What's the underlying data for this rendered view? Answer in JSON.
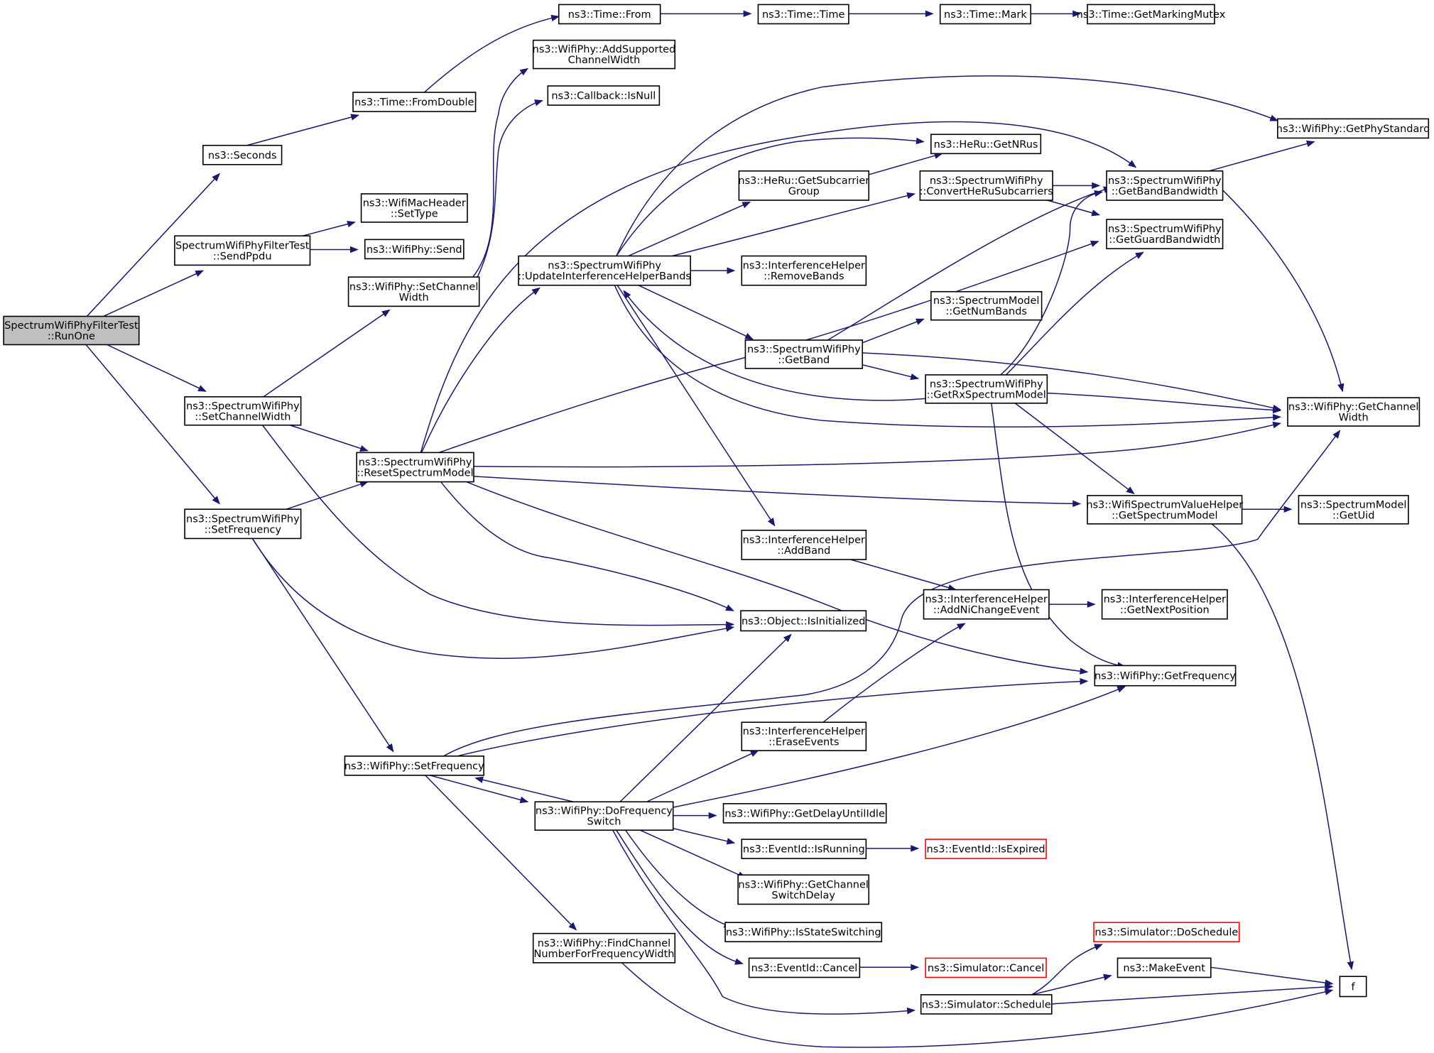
{
  "graph": {
    "edge_color": "#191970",
    "root_fill": "#bfbfbf",
    "missing_node_border": "#ff0000",
    "nodes": [
      {
        "id": "root",
        "lines": [
          "SpectrumWifiPhyFilterTest",
          "::RunOne"
        ],
        "root": true
      },
      {
        "id": "seconds",
        "lines": [
          "ns3::Seconds"
        ]
      },
      {
        "id": "sendppdu",
        "lines": [
          "SpectrumWifiPhyFilterTest",
          "::SendPpdu"
        ]
      },
      {
        "id": "swp_setchw",
        "lines": [
          "ns3::SpectrumWifiPhy",
          "::SetChannelWidth"
        ]
      },
      {
        "id": "swp_setfreq",
        "lines": [
          "ns3::SpectrumWifiPhy",
          "::SetFrequency"
        ]
      },
      {
        "id": "fromdouble",
        "lines": [
          "ns3::Time::FromDouble"
        ]
      },
      {
        "id": "from",
        "lines": [
          "ns3::Time::From"
        ]
      },
      {
        "id": "time",
        "lines": [
          "ns3::Time::Time"
        ]
      },
      {
        "id": "mark",
        "lines": [
          "ns3::Time::Mark"
        ]
      },
      {
        "id": "mutex",
        "lines": [
          "ns3::Time::GetMarkingMutex"
        ]
      },
      {
        "id": "addsupported",
        "lines": [
          "ns3::WifiPhy::AddSupported",
          "ChannelWidth"
        ]
      },
      {
        "id": "isnull",
        "lines": [
          "ns3::Callback::IsNull"
        ]
      },
      {
        "id": "settype",
        "lines": [
          "ns3::WifiMacHeader",
          "::SetType"
        ]
      },
      {
        "id": "send",
        "lines": [
          "ns3::WifiPhy::Send"
        ]
      },
      {
        "id": "wp_setchw",
        "lines": [
          "ns3::WifiPhy::SetChannel",
          "Width"
        ]
      },
      {
        "id": "resetsm",
        "lines": [
          "ns3::SpectrumWifiPhy",
          "::ResetSpectrumModel"
        ]
      },
      {
        "id": "updateihb",
        "lines": [
          "ns3::SpectrumWifiPhy",
          "::UpdateInterferenceHelperBands"
        ]
      },
      {
        "id": "getsubcarrier",
        "lines": [
          "ns3::HeRu::GetSubcarrier",
          "Group"
        ]
      },
      {
        "id": "getnrus",
        "lines": [
          "ns3::HeRu::GetNRus"
        ]
      },
      {
        "id": "convertheru",
        "lines": [
          "ns3::SpectrumWifiPhy",
          "::ConvertHeRuSubcarriers"
        ]
      },
      {
        "id": "getbandbw",
        "lines": [
          "ns3::SpectrumWifiPhy",
          "::GetBandBandwidth"
        ]
      },
      {
        "id": "getguardbw",
        "lines": [
          "ns3::SpectrumWifiPhy",
          "::GetGuardBandwidth"
        ]
      },
      {
        "id": "getphystd",
        "lines": [
          "ns3::WifiPhy::GetPhyStandard"
        ]
      },
      {
        "id": "removebands",
        "lines": [
          "ns3::InterferenceHelper",
          "::RemoveBands"
        ]
      },
      {
        "id": "getnumbands",
        "lines": [
          "ns3::SpectrumModel",
          "::GetNumBands"
        ]
      },
      {
        "id": "getband",
        "lines": [
          "ns3::SpectrumWifiPhy",
          "::GetBand"
        ]
      },
      {
        "id": "getrxsm",
        "lines": [
          "ns3::SpectrumWifiPhy",
          "::GetRxSpectrumModel"
        ]
      },
      {
        "id": "getchw",
        "lines": [
          "ns3::WifiPhy::GetChannel",
          "Width"
        ]
      },
      {
        "id": "getspecmodel",
        "lines": [
          "ns3::WifiSpectrumValueHelper",
          "::GetSpectrumModel"
        ]
      },
      {
        "id": "getuid",
        "lines": [
          "ns3::SpectrumModel",
          "::GetUid"
        ]
      },
      {
        "id": "addband",
        "lines": [
          "ns3::InterferenceHelper",
          "::AddBand"
        ]
      },
      {
        "id": "addnichange",
        "lines": [
          "ns3::InterferenceHelper",
          "::AddNiChangeEvent"
        ]
      },
      {
        "id": "getnextpos",
        "lines": [
          "ns3::InterferenceHelper",
          "::GetNextPosition"
        ]
      },
      {
        "id": "isinit",
        "lines": [
          "ns3::Object::IsInitialized"
        ]
      },
      {
        "id": "getfreq",
        "lines": [
          "ns3::WifiPhy::GetFrequency"
        ]
      },
      {
        "id": "erase",
        "lines": [
          "ns3::InterferenceHelper",
          "::EraseEvents"
        ]
      },
      {
        "id": "wp_setfreq",
        "lines": [
          "ns3::WifiPhy::SetFrequency"
        ]
      },
      {
        "id": "dofreq",
        "lines": [
          "ns3::WifiPhy::DoFrequency",
          "Switch"
        ]
      },
      {
        "id": "delayidle",
        "lines": [
          "ns3::WifiPhy::GetDelayUntilIdle"
        ]
      },
      {
        "id": "isrunning",
        "lines": [
          "ns3::EventId::IsRunning"
        ]
      },
      {
        "id": "isexpired",
        "lines": [
          "ns3::EventId::IsExpired"
        ],
        "missing": true
      },
      {
        "id": "switchdelay",
        "lines": [
          "ns3::WifiPhy::GetChannel",
          "SwitchDelay"
        ]
      },
      {
        "id": "isstate",
        "lines": [
          "ns3::WifiPhy::IsStateSwitching"
        ]
      },
      {
        "id": "cancel",
        "lines": [
          "ns3::EventId::Cancel"
        ]
      },
      {
        "id": "simcancel",
        "lines": [
          "ns3::Simulator::Cancel"
        ],
        "missing": true
      },
      {
        "id": "doschedule",
        "lines": [
          "ns3::Simulator::DoSchedule"
        ],
        "missing": true
      },
      {
        "id": "makeevent",
        "lines": [
          "ns3::MakeEvent"
        ]
      },
      {
        "id": "f",
        "lines": [
          "f"
        ]
      },
      {
        "id": "schedule",
        "lines": [
          "ns3::Simulator::Schedule"
        ]
      },
      {
        "id": "findchannel",
        "lines": [
          "ns3::WifiPhy::FindChannel",
          "NumberForFrequencyWidth"
        ]
      }
    ]
  }
}
